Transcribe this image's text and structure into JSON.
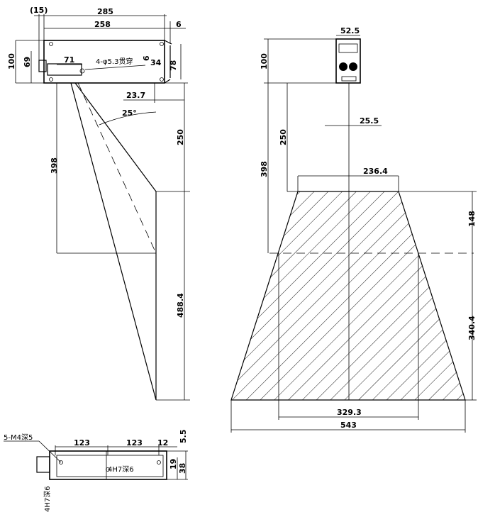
{
  "dimensions": {
    "top_left": {
      "d15": "(15)",
      "d285": "285",
      "d258": "258",
      "d6a": "6",
      "d100": "100",
      "d69": "69",
      "d71": "71",
      "hole": "4-φ5.3贯穿",
      "d6b": "6",
      "d34": "34",
      "d78": "78",
      "d237": "23.7",
      "angle": "25°",
      "d250": "250",
      "d398": "398",
      "d4884": "488.4"
    },
    "right": {
      "d525": "52.5",
      "d100": "100",
      "d255": "25.5",
      "d250": "250",
      "d398": "398",
      "d2364": "236.4",
      "d148": "148",
      "d3404": "340.4",
      "d3293": "329.3",
      "d543": "543"
    },
    "bottom": {
      "m4": "5-M4深5",
      "d123a": "123",
      "d123b": "123",
      "d12": "12",
      "d55": "5.5",
      "h7": "4H7深6",
      "d19": "19",
      "d38": "38",
      "h7v": "4H7深6"
    }
  }
}
